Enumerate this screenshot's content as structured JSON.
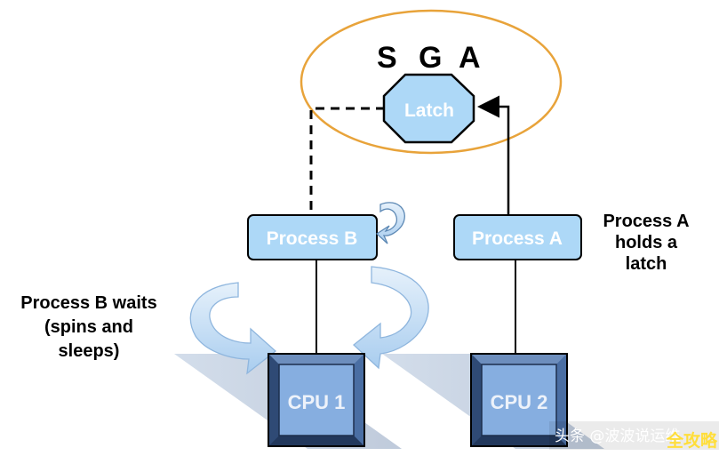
{
  "sga": {
    "letters": [
      "S",
      "G",
      "A"
    ]
  },
  "latch": {
    "label": "Latch"
  },
  "processes": {
    "b": {
      "label": "Process B"
    },
    "a": {
      "label": "Process A"
    }
  },
  "cpus": {
    "one": {
      "label": "CPU 1"
    },
    "two": {
      "label": "CPU 2"
    }
  },
  "notes": {
    "process_a": [
      "Process A",
      "holds a",
      "latch"
    ],
    "process_b": [
      "Process B waits",
      "(spins and",
      "sleeps)"
    ]
  },
  "watermark": {
    "text": "头条 @波波说运维",
    "logo": "全攻略"
  },
  "colors": {
    "box_fill": "#add8f7",
    "box_stroke": "#000000",
    "sga_ellipse": "#e8a33a",
    "cpu_frame": "#3a5a8c",
    "cpu_inner": "#86aee0",
    "shadow": "#b7c7dc",
    "arrow_fill": "#c9e1f5"
  }
}
